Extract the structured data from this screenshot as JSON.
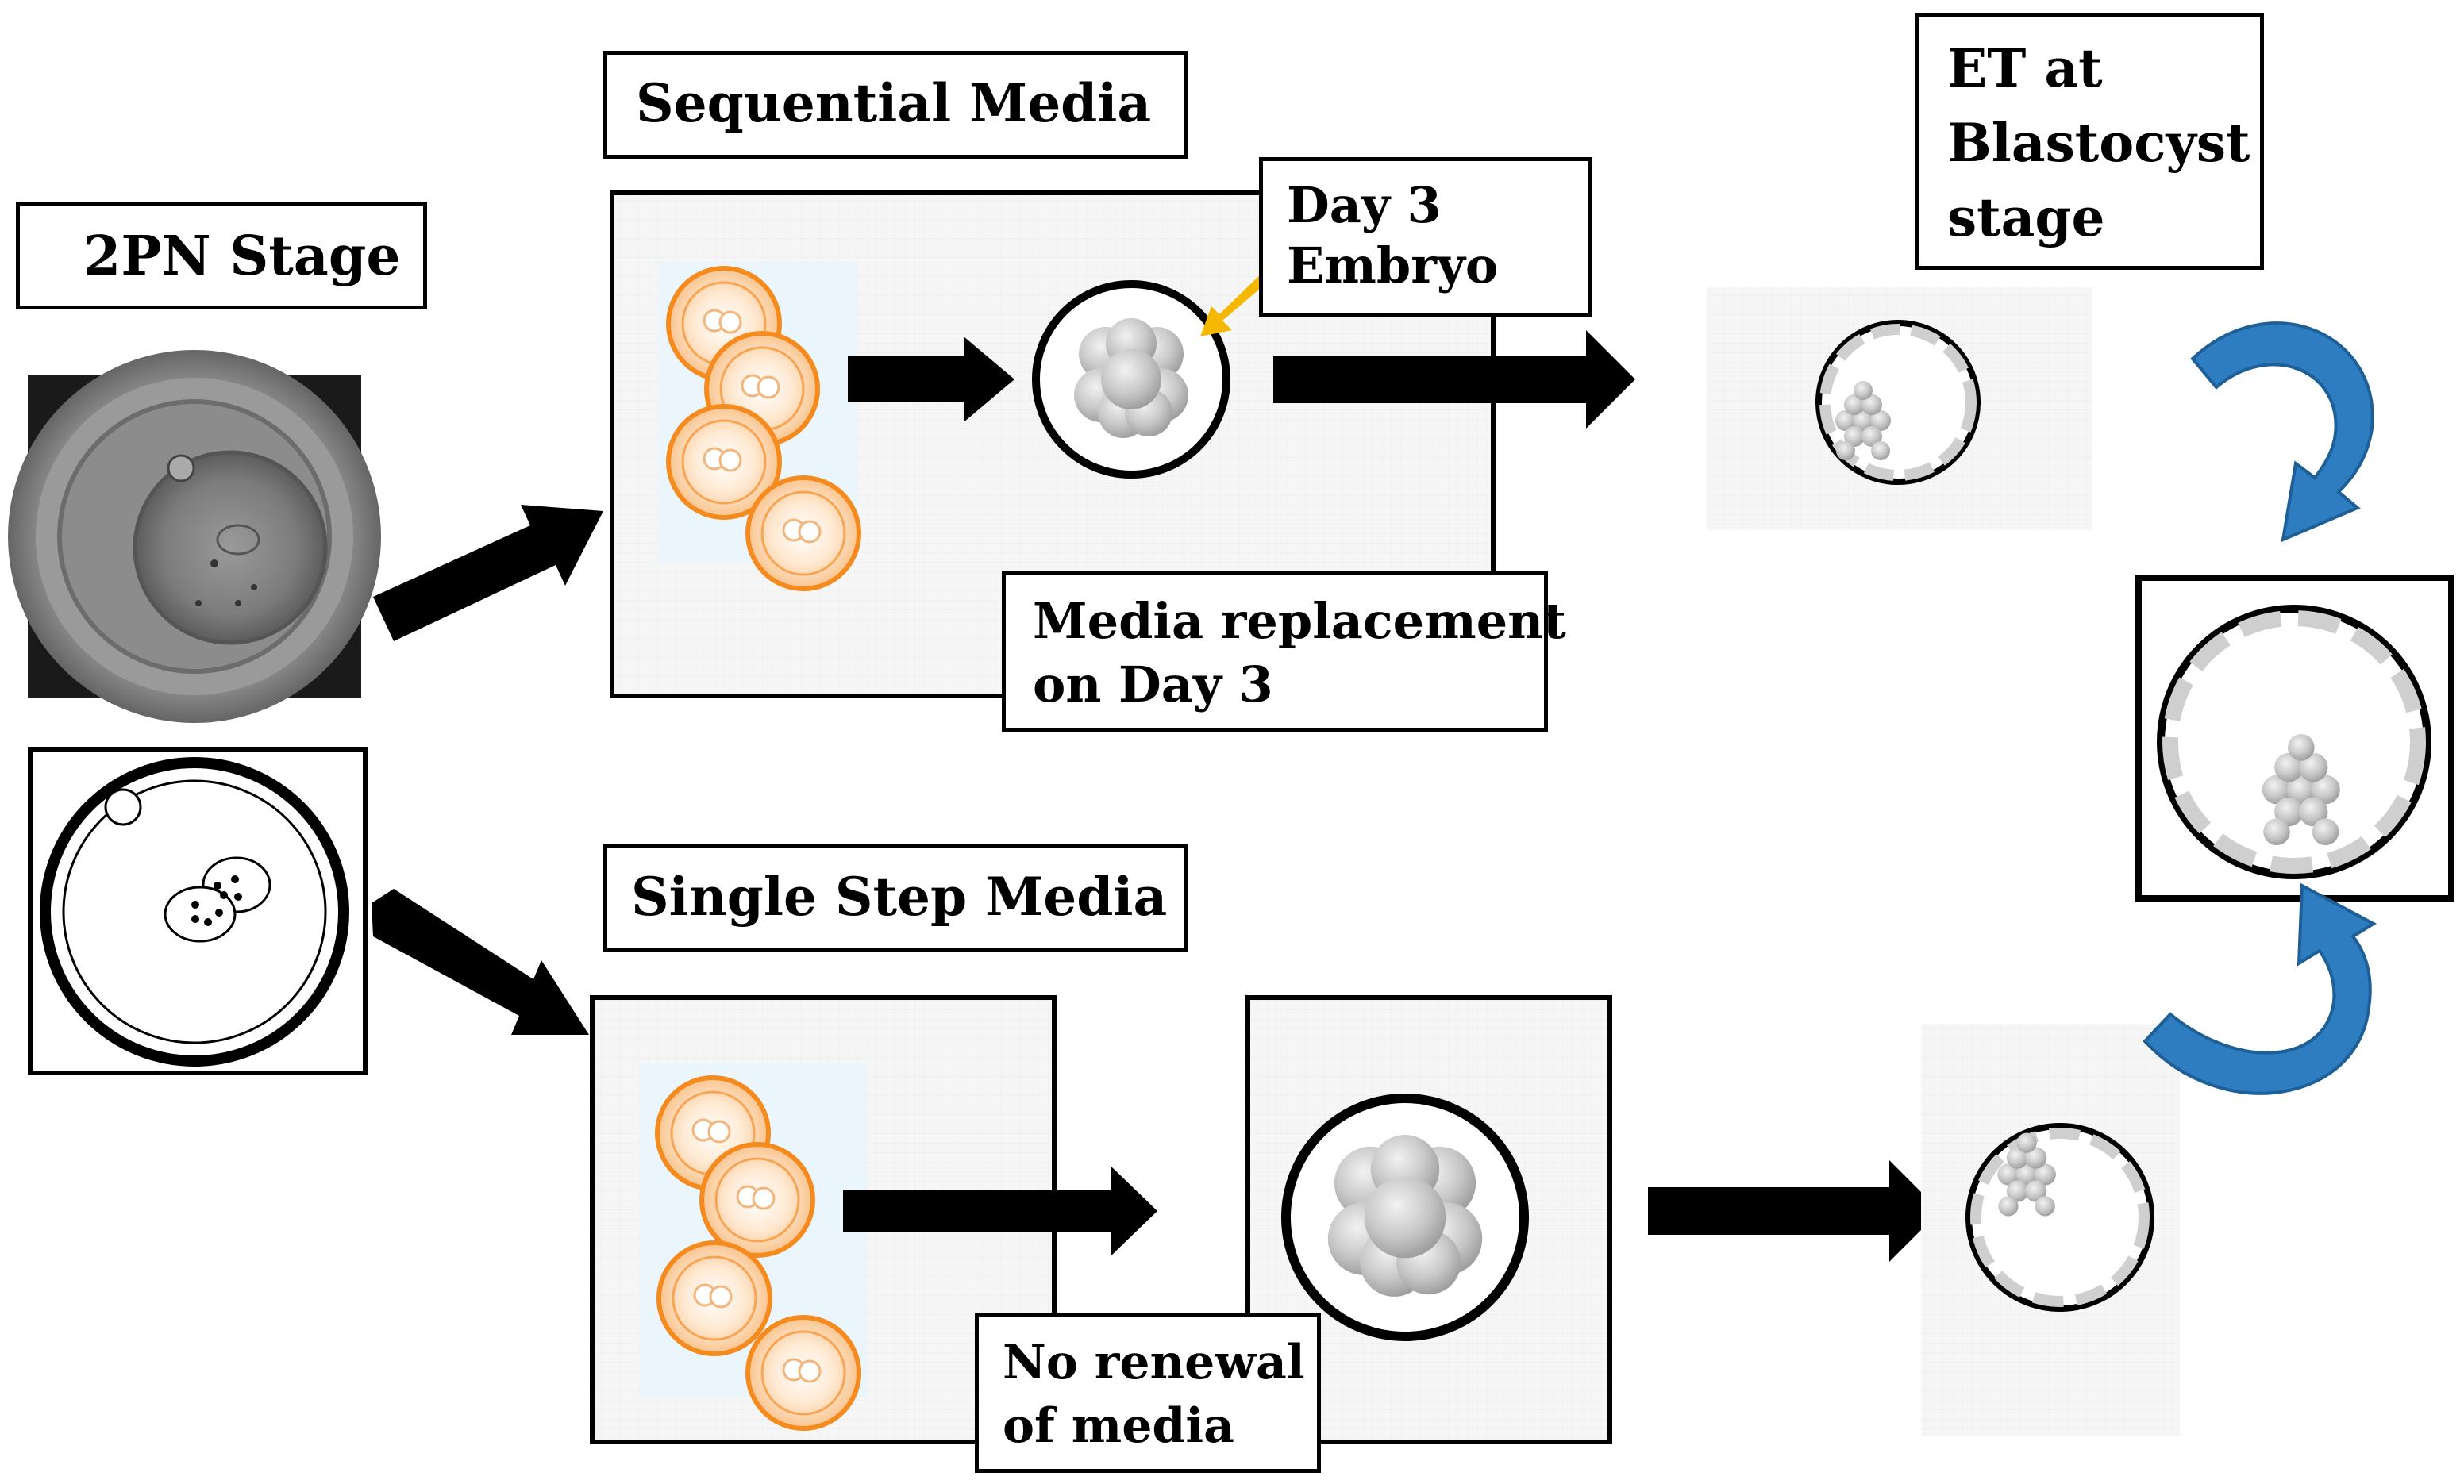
{
  "labels": {
    "pn_stage": "2PN Stage",
    "sequential_media": "Sequential Media",
    "day3_line1": "Day 3",
    "day3_line2": "Embryo",
    "media_replacement_line1": "Media replacement",
    "media_replacement_line2": "on Day 3",
    "single_step_media": "Single Step Media",
    "no_renewal_line1": "No renewal",
    "no_renewal_line2": "of media",
    "et_line1": "ET at",
    "et_line2": "Blastocyst",
    "et_line3": "stage"
  },
  "colors": {
    "zygote_orange": "#f58a1f",
    "zygote_fill": "#fcd2a6",
    "curved_arrow_blue": "#2d7dc0",
    "callout_arrow": "#f5b800",
    "panel_bg": "#f4f4f4"
  }
}
